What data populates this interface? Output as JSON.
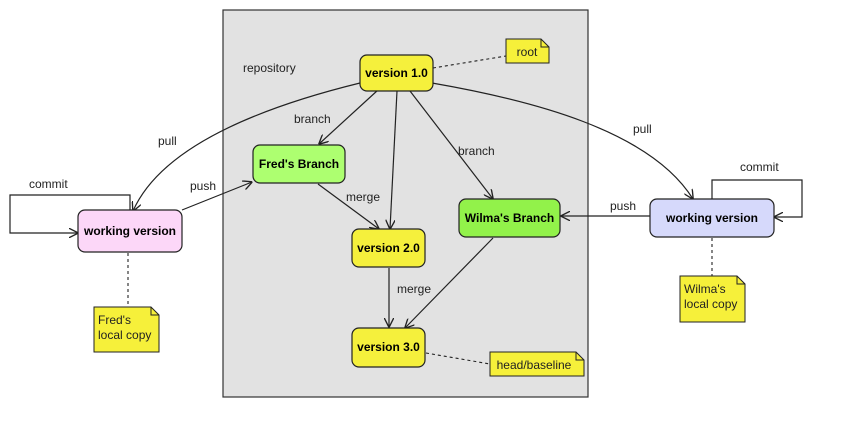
{
  "repository": {
    "label": "repository"
  },
  "nodes": {
    "v1": "version 1.0",
    "v2": "version 2.0",
    "v3": "version 3.0",
    "fred_branch": "Fred's Branch",
    "wilma_branch": "Wilma's Branch",
    "fred_working": "working version",
    "wilma_working": "working version"
  },
  "notes": {
    "root": "root",
    "head": "head/baseline",
    "fred_copy": [
      "Fred's",
      "local copy"
    ],
    "wilma_copy": [
      "Wilma's",
      "local copy"
    ]
  },
  "edge_labels": {
    "pull_left": "pull",
    "pull_right": "pull",
    "push_left": "push",
    "push_right": "push",
    "commit_left": "commit",
    "commit_right": "commit",
    "branch_left": "branch",
    "branch_right": "branch",
    "merge_upper": "merge",
    "merge_lower": "merge"
  },
  "colors": {
    "repository_fill": "#e2e2e2",
    "version_fill": "#f5f03c",
    "branch_fill": "#adff70",
    "wilma_branch_fill": "#92f24a",
    "fred_working_fill": "#fcd7f8",
    "wilma_working_fill": "#d6d9fb",
    "note_fill": "#f6f03a"
  }
}
